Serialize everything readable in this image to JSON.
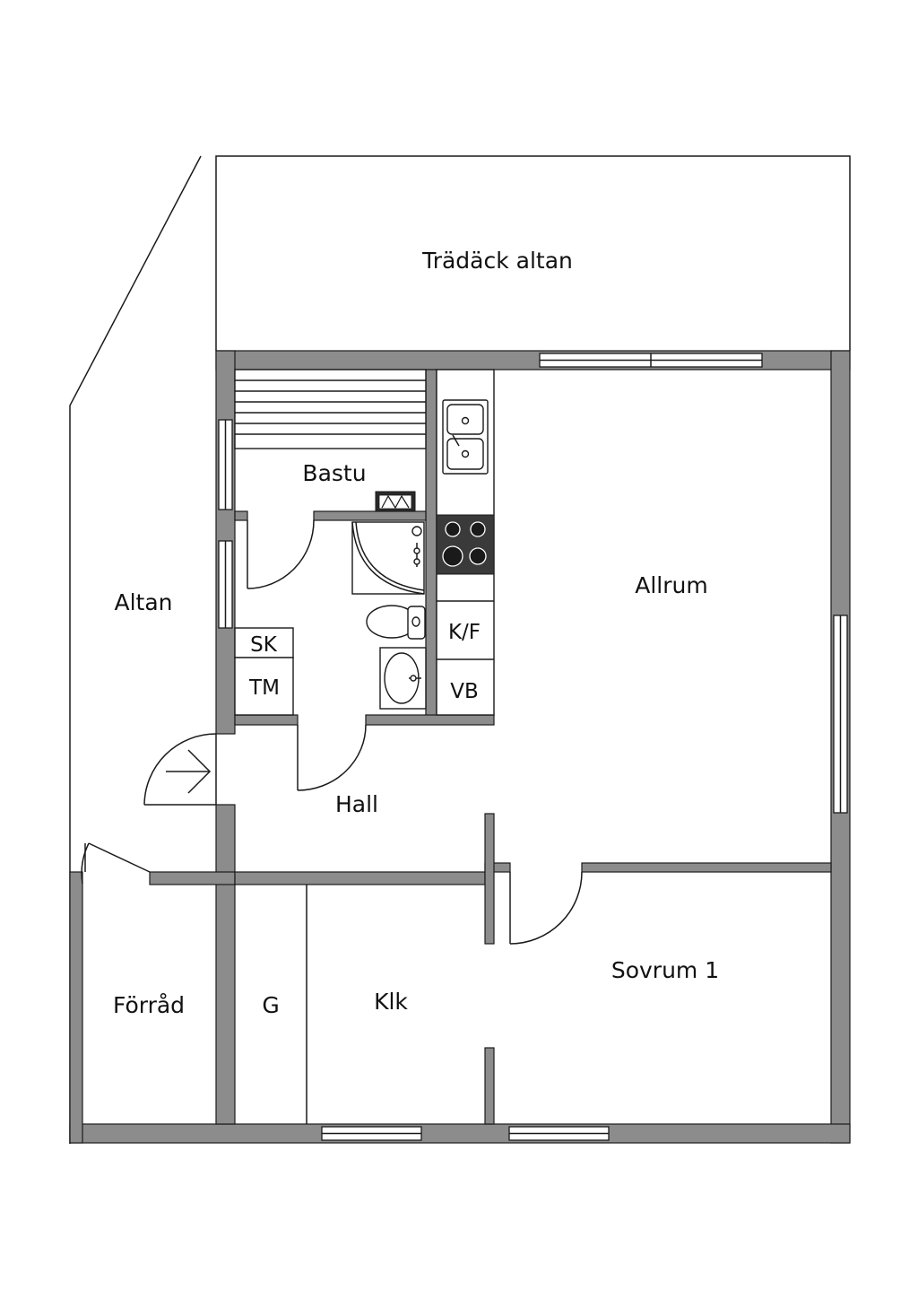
{
  "labels": {
    "tradack": "Trädäck altan",
    "altan": "Altan",
    "bastu": "Bastu",
    "allrum": "Allrum",
    "sk": "SK",
    "tm": "TM",
    "kf": "K/F",
    "vb": "VB",
    "hall": "Hall",
    "sovrum": "Sovrum 1",
    "forrad": "Förråd",
    "g": "G",
    "klk": "Klk"
  },
  "colors": {
    "wall": "#8c8c8c",
    "line": "#1a1a1a",
    "stove": "#3a3a3a"
  }
}
